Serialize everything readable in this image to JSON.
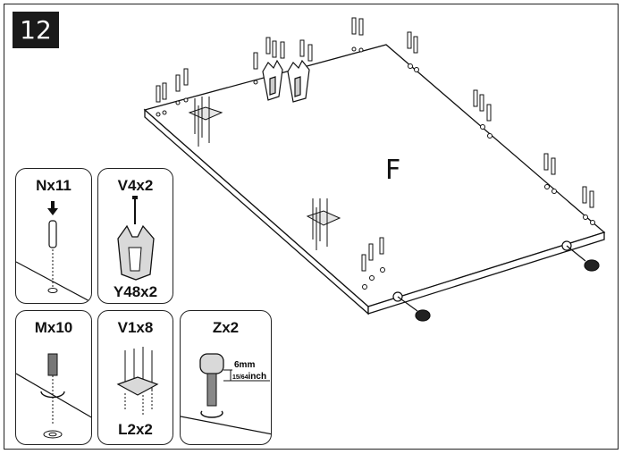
{
  "step": {
    "number": "12"
  },
  "board": {
    "letter": "F"
  },
  "panels": {
    "n": {
      "top_label": "Nx11"
    },
    "v4": {
      "top_label": "V4x2",
      "bottom_label": "Y48x2"
    },
    "m": {
      "top_label": "Mx10"
    },
    "v1": {
      "top_label": "V1x8",
      "bottom_label": "L2x2"
    },
    "z": {
      "top_label": "Zx2",
      "dim_mm": "6mm",
      "dim_inch_frac": "15/64",
      "dim_inch_unit": "inch"
    }
  },
  "colors": {
    "ink": "#111111",
    "part_fill": "#d9d9d9"
  }
}
